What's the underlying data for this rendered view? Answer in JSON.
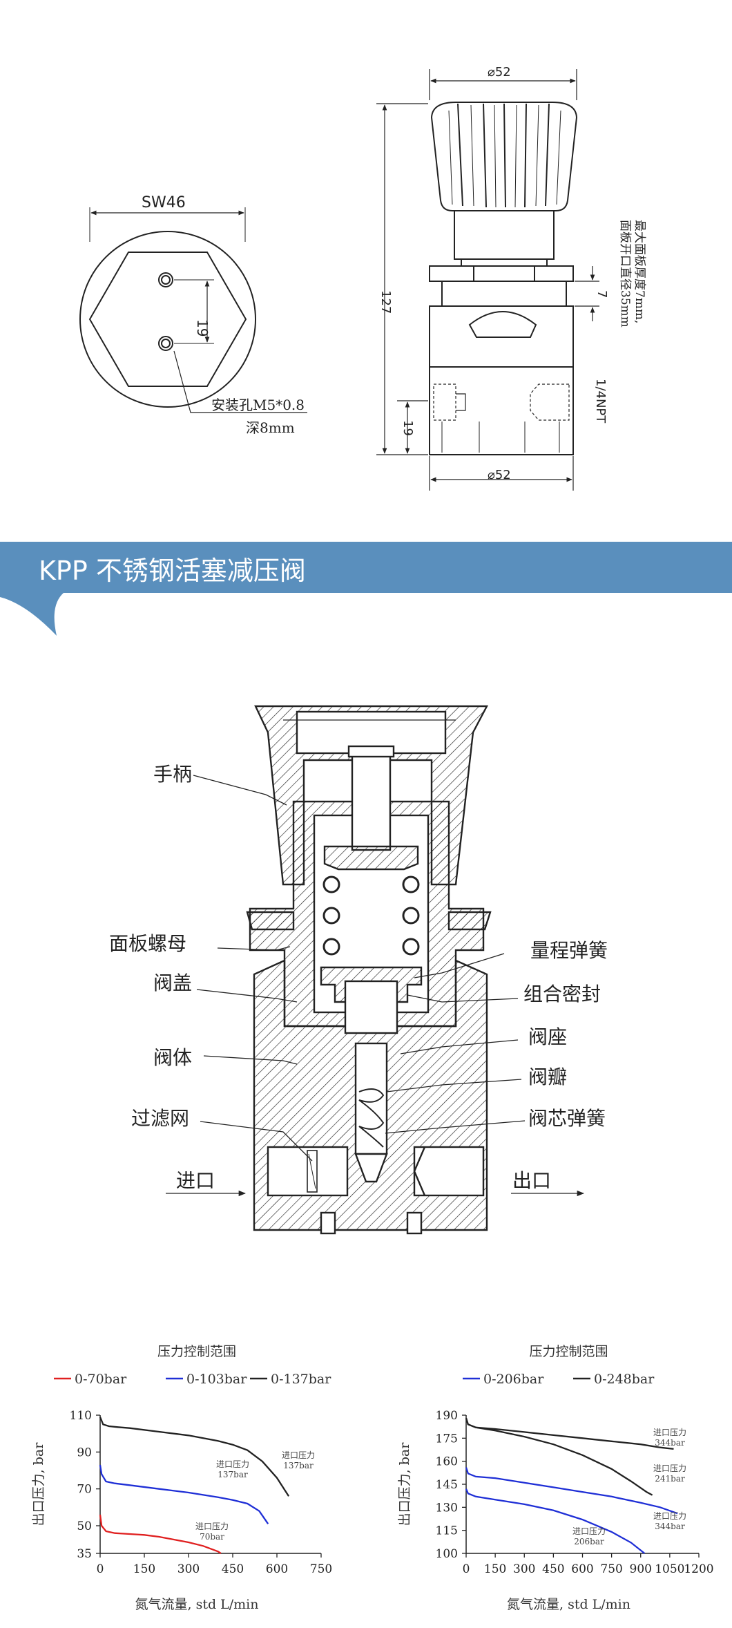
{
  "drawings": {
    "top_view": {
      "sw_label": "SW46",
      "spacing_label": "19",
      "mount_label_1": "安装孔M5*0.8",
      "mount_label_2": "深8mm"
    },
    "side_view": {
      "top_diameter": "⌀52",
      "bottom_diameter": "⌀52",
      "height_label": "127",
      "panel_thickness_label": "7",
      "port_height_label": "19",
      "port_label": "1/4NPT",
      "panel_note_1": "最大面板厚度7mm,",
      "panel_note_2": "面板开口直径35mm"
    }
  },
  "banner": {
    "title": "KPP 不锈钢活塞减压阀",
    "color": "#5a8fbd"
  },
  "cross_section": {
    "labels": {
      "handle": "手柄",
      "panel_nut": "面板螺母",
      "bonnet": "阀盖",
      "body": "阀体",
      "filter": "过滤网",
      "inlet": "进口",
      "range_spring": "量程弹簧",
      "seal": "组合密封",
      "seat": "阀座",
      "poppet": "阀瓣",
      "poppet_spring": "阀芯弹簧",
      "outlet": "出口"
    }
  },
  "chart_data": [
    {
      "type": "line",
      "title": "压力控制范围",
      "xlabel": "氮气流量, std L/min",
      "ylabel": "出口压力, bar",
      "xlim": [
        0,
        750
      ],
      "ylim": [
        35,
        110
      ],
      "xticks": [
        "0",
        "150",
        "300",
        "450",
        "600",
        "750"
      ],
      "yticks": [
        "35",
        "50",
        "70",
        "90",
        "110"
      ],
      "legend_position": "top",
      "series": [
        {
          "name": "0-70bar",
          "color": "#e02020",
          "annotation": [
            "进口压力",
            "70bar"
          ],
          "x": [
            0,
            5,
            20,
            50,
            100,
            150,
            200,
            250,
            300,
            350,
            400,
            410
          ],
          "y": [
            56,
            50,
            47,
            46,
            45.5,
            45,
            44,
            42.5,
            41,
            39,
            36,
            35
          ]
        },
        {
          "name": "0-103bar",
          "color": "#1f2fd6",
          "annotation": [
            "进口压力",
            "137bar"
          ],
          "x": [
            0,
            5,
            20,
            50,
            100,
            200,
            300,
            400,
            450,
            500,
            540,
            570
          ],
          "y": [
            83,
            78,
            74,
            73,
            72,
            70,
            68,
            65.5,
            64,
            62,
            58,
            51
          ]
        },
        {
          "name": "0-137bar",
          "color": "#222222",
          "annotation": [
            "进口压力",
            "137bar"
          ],
          "x": [
            0,
            10,
            30,
            60,
            100,
            200,
            300,
            400,
            450,
            500,
            550,
            600,
            640
          ],
          "y": [
            109,
            105,
            104,
            103.5,
            103,
            101,
            99,
            96,
            94,
            91,
            85,
            76,
            66
          ]
        }
      ]
    },
    {
      "type": "line",
      "title": "压力控制范围",
      "xlabel": "氮气流量, std L/min",
      "ylabel": "出口压力, bar",
      "xlim": [
        0,
        1200
      ],
      "ylim": [
        100,
        190
      ],
      "xticks": [
        "0",
        "150",
        "300",
        "450",
        "600",
        "750",
        "900",
        "1050",
        "1200"
      ],
      "yticks": [
        "100",
        "115",
        "130",
        "145",
        "160",
        "175",
        "190"
      ],
      "legend_position": "top",
      "series": [
        {
          "name": "0-206bar",
          "color": "#1f2fd6",
          "annotation": [
            "进口压力",
            "206bar"
          ],
          "x": [
            0,
            10,
            50,
            150,
            300,
            450,
            600,
            750,
            850,
            920
          ],
          "y": [
            142,
            139,
            137,
            135,
            132,
            128,
            122,
            114,
            107,
            100
          ]
        },
        {
          "name": "0-206bar",
          "color": "#1f2fd6",
          "annotation": [
            "进口压力",
            "344bar"
          ],
          "x": [
            0,
            10,
            50,
            150,
            300,
            450,
            600,
            750,
            900,
            1000,
            1090
          ],
          "y": [
            156,
            152,
            150,
            149,
            146,
            143,
            140,
            137,
            133,
            130,
            126
          ]
        },
        {
          "name": "0-248bar",
          "color": "#222222",
          "annotation": [
            "进口压力",
            "241bar"
          ],
          "x": [
            0,
            10,
            50,
            150,
            300,
            450,
            600,
            750,
            850,
            930,
            960
          ],
          "y": [
            188,
            184,
            182,
            180,
            176,
            171,
            164,
            155,
            147,
            140,
            138
          ]
        },
        {
          "name": "0-248bar",
          "color": "#222222",
          "annotation": [
            "进口压力",
            "344bar"
          ],
          "x": [
            0,
            10,
            50,
            150,
            300,
            450,
            600,
            750,
            900,
            1000,
            1070
          ],
          "y": [
            188,
            184,
            182,
            181,
            179,
            177,
            175,
            173,
            171,
            169,
            168
          ]
        }
      ]
    }
  ]
}
